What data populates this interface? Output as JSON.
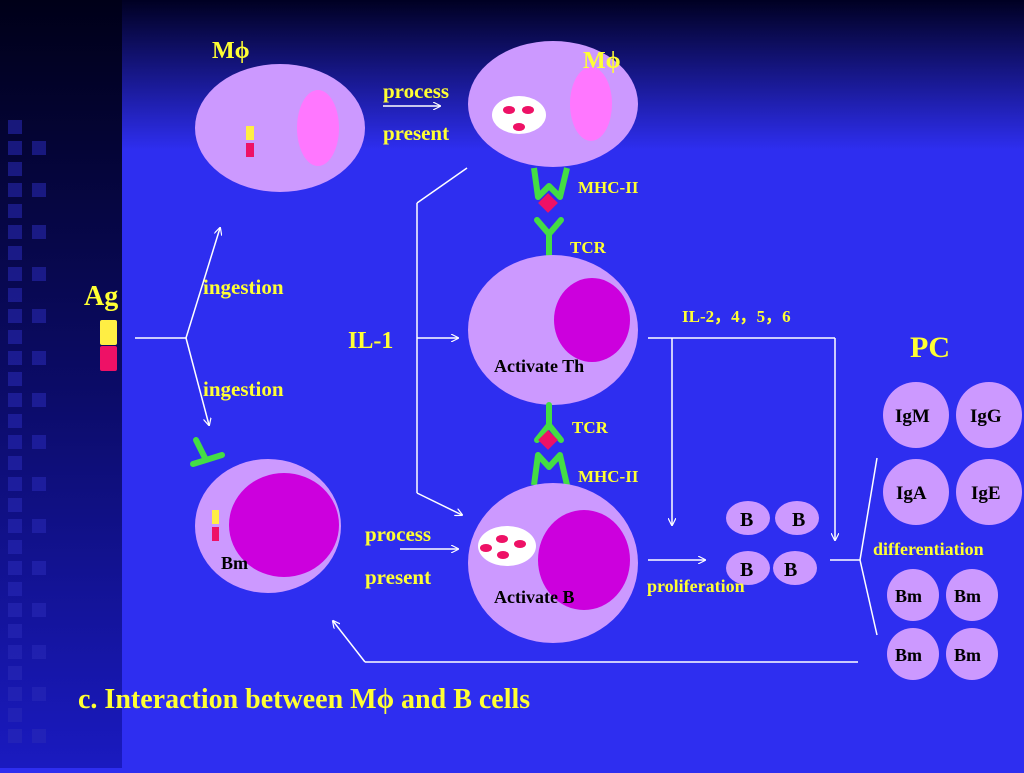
{
  "macrophage": {
    "label_left": "Mϕ",
    "label_right": "Mϕ"
  },
  "antigen": {
    "label": "Ag"
  },
  "steps": {
    "process_top": "process",
    "present_top": "present",
    "ingestion_top": "ingestion",
    "ingestion_bottom": "ingestion",
    "process_bottom": "process",
    "present_bottom": "present",
    "proliferation": "proliferation",
    "differentiation": "differentiation"
  },
  "molecules": {
    "mhc_top": "MHC-II",
    "tcr_top": "TCR",
    "tcr_bottom": "TCR",
    "mhc_bottom": "MHC-II"
  },
  "cytokines": {
    "il1": "IL-1",
    "il2456": "IL-2，4，5，6"
  },
  "cells": {
    "activate_th": "Activate Th",
    "activate_b": "Activate B",
    "bm_left": "Bm",
    "b_cells": [
      "B",
      "B",
      "B",
      "B"
    ]
  },
  "plasma": {
    "title": "PC",
    "antibodies": [
      "IgM",
      "IgG",
      "IgA",
      "IgE"
    ],
    "memory": [
      "Bm",
      "Bm",
      "Bm",
      "Bm"
    ]
  },
  "caption": "c. Interaction between Mϕ and B cells",
  "colors": {
    "background": "#2e2ef0",
    "header_band": "#000033",
    "sidebar": "#0a0a5a",
    "cell": "#cc99ff",
    "nucleus_pink": "#ff77ff",
    "nucleus_magenta": "#cc00dd",
    "receptor": "#44dd44",
    "antigen_marker": "#ee1166",
    "label_text": "#ffff33"
  }
}
